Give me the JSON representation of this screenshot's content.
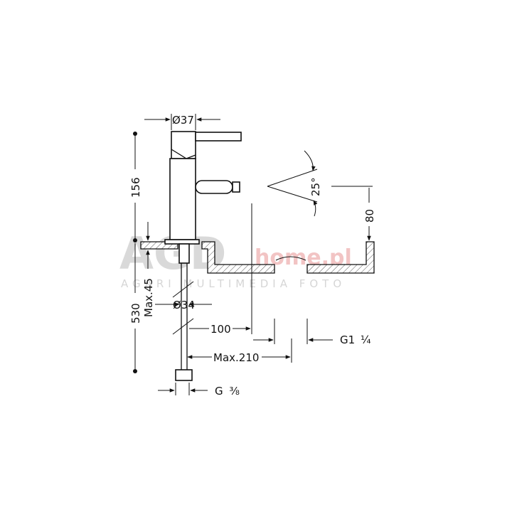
{
  "watermark": {
    "logo_main": "AGD",
    "logo_brand": "home.pl",
    "tagline": "AGARI MULTIMEDIA FOTO"
  },
  "dimensions": {
    "spout_diameter": "Ø37",
    "height_total": "156",
    "angle": "25°",
    "spout_height": "80",
    "max_thickness": "Max.45",
    "hose_length": "530",
    "base_diameter": "Ø34",
    "reach": "100",
    "connector_pipe": "G1",
    "connector_pipe_fraction": "¼",
    "max_distance": "Max.210",
    "connector_hose": "G",
    "connector_hose_fraction": "⅜"
  },
  "colors": {
    "line": "#111111",
    "watermark_gray": "#d9d9d9",
    "watermark_red": "#f2c4c4"
  }
}
